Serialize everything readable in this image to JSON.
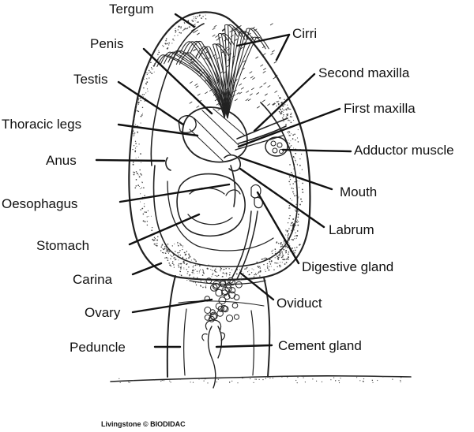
{
  "labels": {
    "tergum": "Tergum",
    "cirri": "Cirri",
    "penis": "Penis",
    "second_maxilla": "Second maxilla",
    "testis": "Testis",
    "first_maxilla": "First maxilla",
    "thoracic_legs": "Thoracic legs",
    "adductor_muscle": "Adductor muscle",
    "anus": "Anus",
    "mouth": "Mouth",
    "oesophagus": "Oesophagus",
    "labrum": "Labrum",
    "stomach": "Stomach",
    "digestive_gland": "Digestive gland",
    "carina": "Carina",
    "oviduct": "Oviduct",
    "ovary": "Ovary",
    "peduncle": "Peduncle",
    "cement_gland": "Cement gland"
  },
  "credit": "Livingstone © BIODIDAC",
  "colors": {
    "ink": "#222222",
    "stipple": "#444444",
    "background": "#ffffff"
  }
}
